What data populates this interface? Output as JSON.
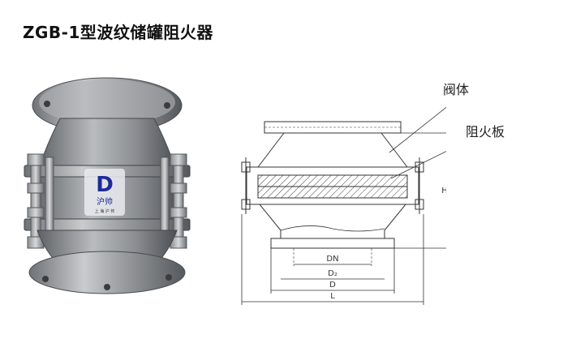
{
  "title": "ZGB-1型波纹储罐阻火器",
  "photo": {
    "logo_glyph": "D",
    "brand": "沪帅",
    "brand_caption": "上 海 沪 帅"
  },
  "drawing": {
    "callouts": [
      "阀体",
      "阻火板"
    ],
    "dimensions": {
      "dn": "DN",
      "d2": "D₂",
      "d": "D",
      "l": "L",
      "h": "H"
    }
  }
}
